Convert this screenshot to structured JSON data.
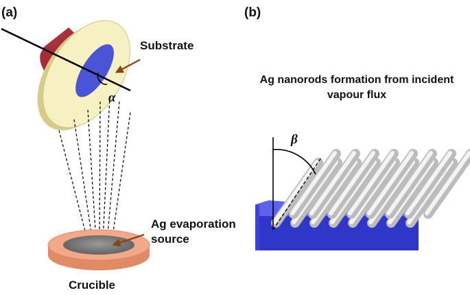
{
  "panel_a": {
    "tag": "(a)",
    "substrate_label": "Substrate",
    "angle_symbol": "α",
    "source_label_line1": "Ag evaporation",
    "source_label_line2": "source",
    "crucible_label": "Crucible"
  },
  "panel_b": {
    "tag": "(b)",
    "title_line1": "Ag nanorods formation from incident",
    "title_line2": "vapour flux",
    "angle_symbol": "β"
  },
  "colors": {
    "holder_face": "#f6f0c2",
    "holder_edge": "#d9cf90",
    "cylinder": "#9b2a33",
    "substrate": "#4b53d6",
    "crucible_rim": "#f2a98a",
    "crucible_side": "#e08a66",
    "source": "#7a7a7a",
    "arrow": "#8b4513",
    "block_top": "#5a63ea",
    "block_front": "#2f36c8",
    "rod": "#e6e6e6"
  },
  "icons": {
    "arrow": "brown-arrow-icon"
  }
}
